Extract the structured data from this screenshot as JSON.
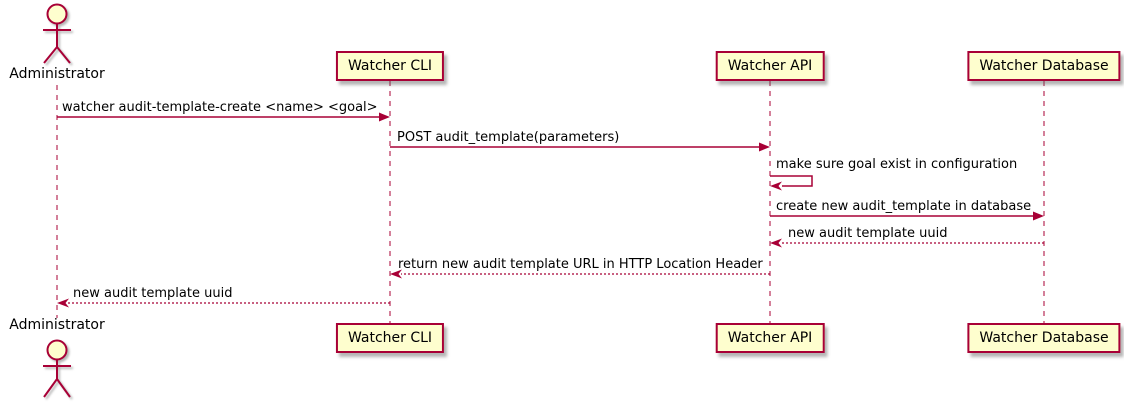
{
  "diagram": {
    "type": "sequence",
    "colors": {
      "participant_fill": "#FEFECE",
      "line_stroke": "#A80036",
      "text": "#000000",
      "background": "#FFFFFF"
    },
    "actors": [
      {
        "label": "Administrator"
      }
    ],
    "participants": [
      {
        "label": "Watcher CLI"
      },
      {
        "label": "Watcher API"
      },
      {
        "label": "Watcher Database"
      }
    ],
    "messages": [
      {
        "from": "Administrator",
        "to": "Watcher CLI",
        "style": "solid",
        "label": "watcher audit-template-create <name> <goal>"
      },
      {
        "from": "Watcher CLI",
        "to": "Watcher API",
        "style": "solid",
        "label": "POST audit_template(parameters)"
      },
      {
        "from": "Watcher API",
        "to": "Watcher API",
        "style": "self",
        "label": "make sure goal exist in configuration"
      },
      {
        "from": "Watcher API",
        "to": "Watcher Database",
        "style": "solid",
        "label": "create new audit_template in database"
      },
      {
        "from": "Watcher Database",
        "to": "Watcher API",
        "style": "dashed",
        "label": "new audit template uuid"
      },
      {
        "from": "Watcher API",
        "to": "Watcher CLI",
        "style": "dashed",
        "label": "return new audit template URL in HTTP Location Header"
      },
      {
        "from": "Watcher CLI",
        "to": "Administrator",
        "style": "dashed",
        "label": "new audit template uuid"
      }
    ]
  }
}
